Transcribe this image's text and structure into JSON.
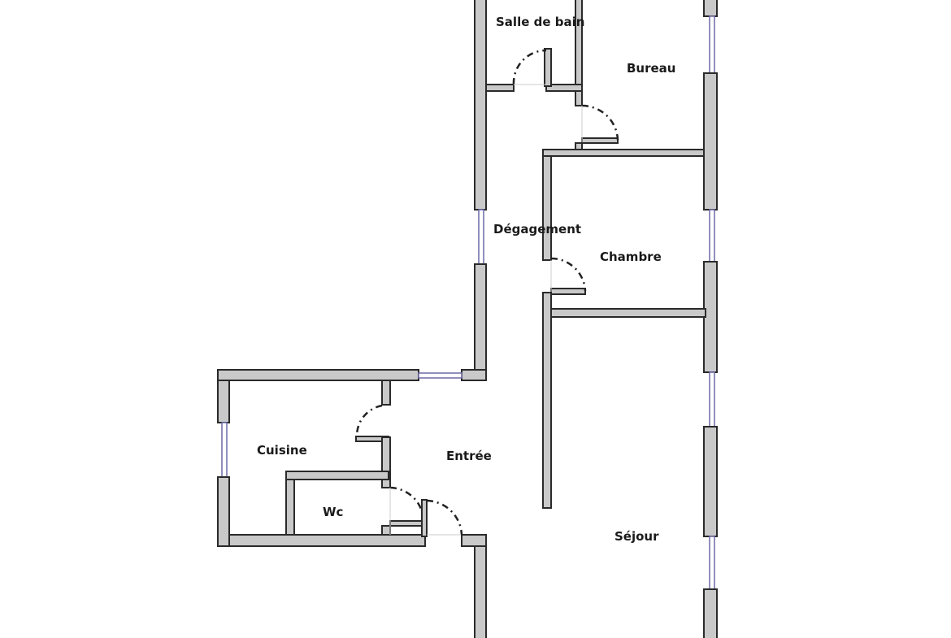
{
  "rooms": {
    "salle_de_bain": "Salle de bain",
    "bureau": "Bureau",
    "degagement": "Dégagement",
    "chambre": "Chambre",
    "cuisine": "Cuisine",
    "entree": "Entrée",
    "wc": "Wc",
    "sejour": "Séjour"
  },
  "colors": {
    "wall": "#c9c9c9",
    "outline": "#2a2a2a",
    "window": "#6a6aa8"
  }
}
